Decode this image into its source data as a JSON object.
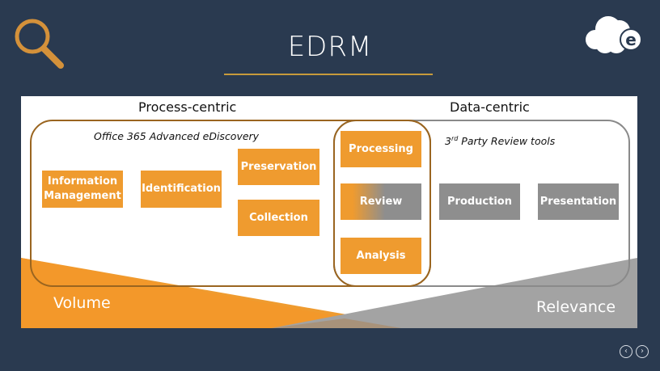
{
  "slide": {
    "title": "EDRM",
    "logo_icon": "cloud-e-logo-icon",
    "decor_icon": "magnifier-icon"
  },
  "diagram": {
    "left_heading": "Process-centric",
    "right_heading": "Data-centric",
    "left_group_label": "Office 365 Advanced eDiscovery",
    "right_group_label_prefix": "3",
    "right_group_label_sup": "rd",
    "right_group_label_rest": " Party Review tools",
    "stages": {
      "information_management_line1": "Information",
      "information_management_line2": "Management",
      "identification": "Identification",
      "preservation": "Preservation",
      "collection": "Collection",
      "processing": "Processing",
      "review": "Review",
      "analysis": "Analysis",
      "production": "Production",
      "presentation": "Presentation"
    },
    "volume_label": "Volume",
    "relevance_label": "Relevance"
  },
  "navigation": {
    "prev_icon": "‹",
    "next_icon": "›"
  },
  "colors": {
    "background": "#2a3a50",
    "accent_orange": "#ef9b2f",
    "gray": "#8e8e8e",
    "gold_line": "#c79a3b",
    "frame_brown": "#9a6520"
  }
}
